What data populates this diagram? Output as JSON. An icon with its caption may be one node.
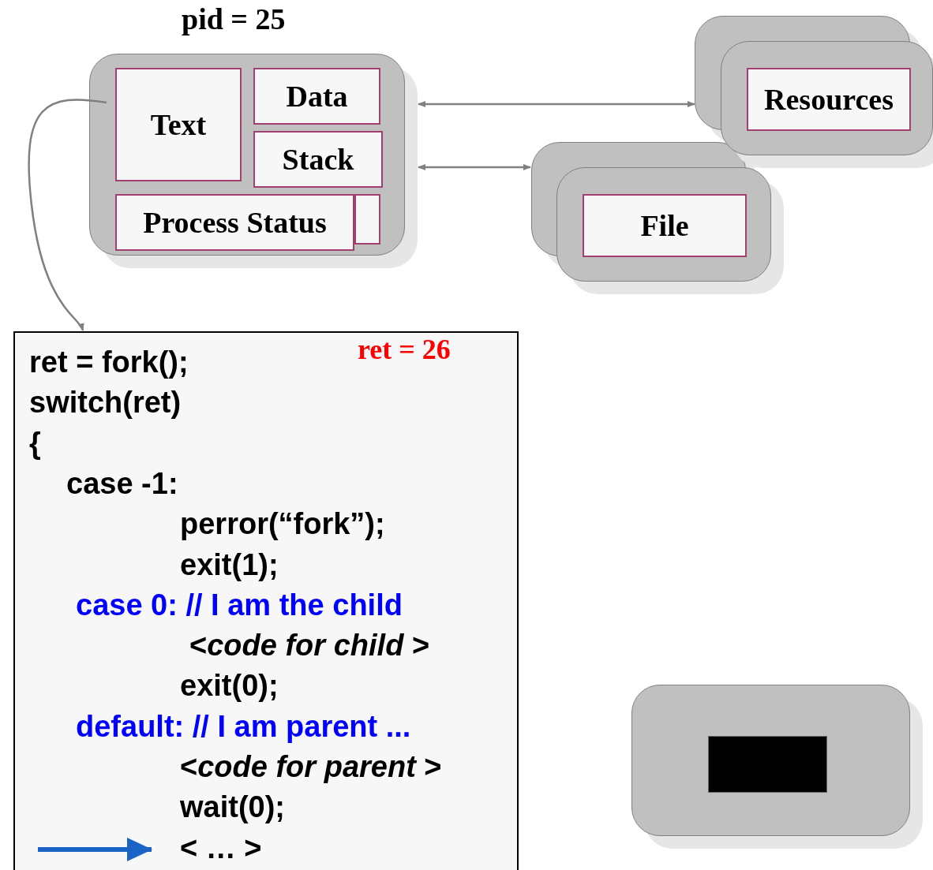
{
  "diagram": {
    "nodes": [
      {
        "text": [],
        "shape": "box",
        "beside": [
          "pid = 25"
        ]
      },
      {
        "text": [
          "Text"
        ],
        "in": 0
      },
      {
        "text": [
          "Data"
        ],
        "in": 0
      },
      {
        "text": [
          "Stack"
        ],
        "in": 0
      },
      {
        "text": [],
        "shape": "box",
        "in": 0
      },
      {
        "text": [
          "Process Status"
        ],
        "in": 0
      },
      {
        "text": [],
        "shape": "box"
      },
      {
        "text": [
          "Resources"
        ],
        "in": 6
      },
      {
        "text": [],
        "shape": "box"
      },
      {
        "text": [
          "File"
        ],
        "in": 8
      },
      {
        "text": [
          "ret = fork();",
          "switch(ret)",
          "{",
          "case -1:",
          "perror(“fork”);",
          "exit(1);",
          "case 0:  // I am the child",
          "<*code for child* >",
          "exit(0);",
          "default:  // I am parent ...",
          "<*code for parent* >",
          "wait(0);",
          "< … >",
          "ret = 26"
        ]
      },
      {
        "text": [],
        "shape": "box"
      },
      {
        "text": [],
        "shape": "box",
        "in": 11
      }
    ],
    "edges": [
      {
        "from": 0,
        "to": 6,
        "arrow": "both"
      },
      {
        "from": 0,
        "to": 8,
        "arrow": "both"
      },
      {
        "from": 1,
        "to": 10,
        "arrow": "to"
      },
      {
        "from": null,
        "to": 10,
        "arrow": "to",
        "style": "thick",
        "color": "#1a62c6"
      }
    ]
  }
}
